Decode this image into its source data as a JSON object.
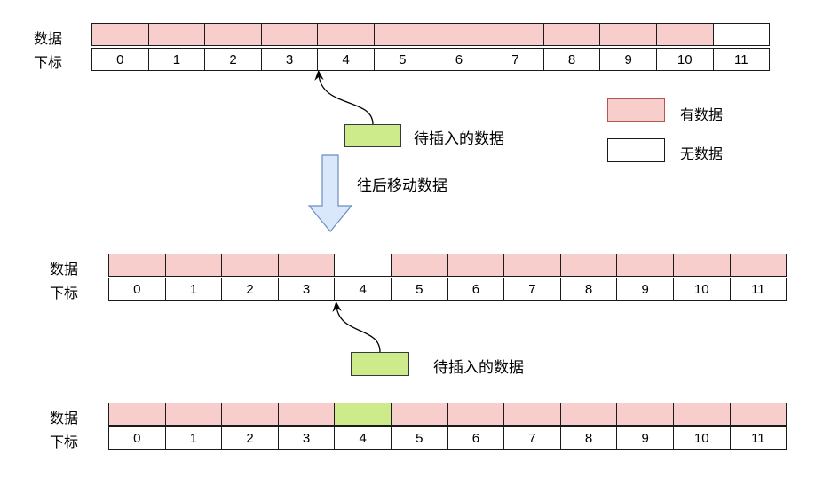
{
  "rows": {
    "data_label": "数据",
    "index_label": "下标",
    "indices": [
      "0",
      "1",
      "2",
      "3",
      "4",
      "5",
      "6",
      "7",
      "8",
      "9",
      "10",
      "11"
    ]
  },
  "states": {
    "before": [
      "filled",
      "filled",
      "filled",
      "filled",
      "filled",
      "filled",
      "filled",
      "filled",
      "filled",
      "filled",
      "filled",
      "empty"
    ],
    "shifted": [
      "filled",
      "filled",
      "filled",
      "filled",
      "empty",
      "filled",
      "filled",
      "filled",
      "filled",
      "filled",
      "filled",
      "filled"
    ],
    "after": [
      "filled",
      "filled",
      "filled",
      "filled",
      "inserted",
      "filled",
      "filled",
      "filled",
      "filled",
      "filled",
      "filled",
      "filled"
    ]
  },
  "labels": {
    "pending_data": "待插入的数据",
    "shift_step": "往后移动数据"
  },
  "legend": {
    "has_data": "有数据",
    "no_data": "无数据"
  },
  "colors": {
    "filled": "#f8cecc",
    "empty": "#ffffff",
    "inserted": "#cdeb8b",
    "down_arrow_fill": "#dae8fc",
    "down_arrow_stroke": "#6c8ebf"
  }
}
